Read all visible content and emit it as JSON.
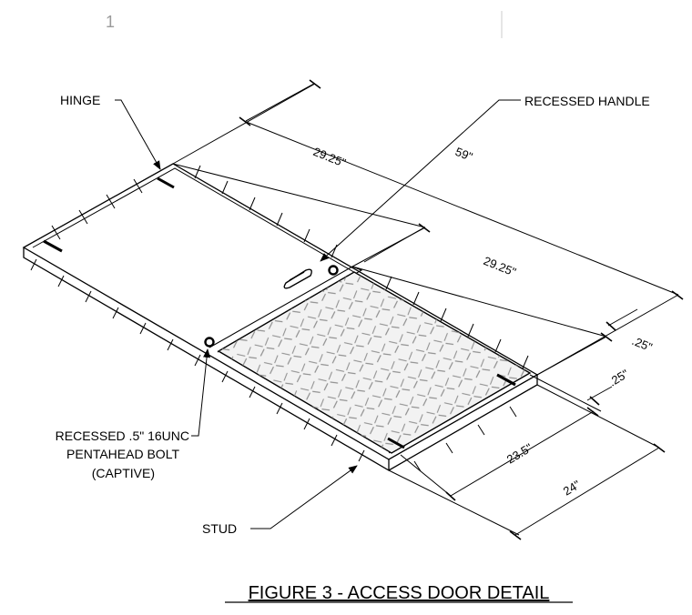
{
  "page_number": "1",
  "figure_title": "FIGURE 3 - ACCESS DOOR DETAIL",
  "callouts": {
    "hinge": "HINGE",
    "recessed_handle": "RECESSED HANDLE",
    "bolt_line1": "RECESSED .5\" 16UNC",
    "bolt_line2": "PENTAHEAD BOLT",
    "bolt_line3": "(CAPTIVE)",
    "stud": "STUD"
  },
  "dimensions": {
    "overall_length": "59\"",
    "panel_length_a": "29.25\"",
    "panel_length_b": "29.25\"",
    "gap_end": ".25\"",
    "gap_side": ".25\"",
    "inner_width": "23.5\"",
    "overall_width": "24\""
  },
  "colors": {
    "line": "#000000",
    "tread_fill": "#f2f2f2",
    "tread_pattern": "#8c8c8c",
    "page_number": "#9a9a9a"
  }
}
